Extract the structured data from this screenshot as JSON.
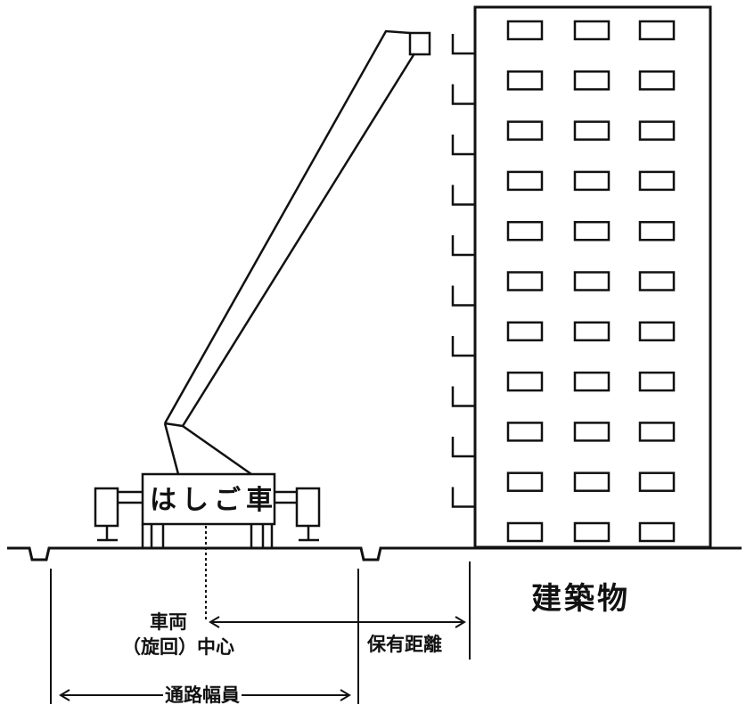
{
  "labels": {
    "truck": "はしご車",
    "vehicle_center_line1": "車両",
    "vehicle_center_line2": "（旋回）中心",
    "clearance": "保有距離",
    "road_width": "通路幅員",
    "building": "建築物"
  },
  "building": {
    "window_columns": 3,
    "window_rows": 11,
    "balcony_count": 10
  },
  "colors": {
    "ink": "#111111",
    "paper": "#ffffff"
  }
}
